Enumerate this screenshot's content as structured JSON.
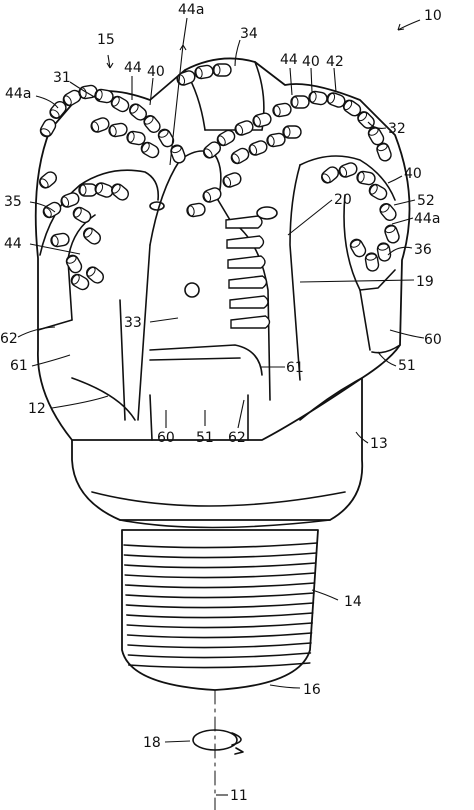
{
  "figure": {
    "reference_numerals": {
      "bit": "10",
      "bit_body": "12",
      "shank": "13",
      "threads": "14",
      "cutting_end": "15",
      "pin_end": "16",
      "axis": "11",
      "rotation": "18",
      "face_19": "19",
      "face_20": "20",
      "blade_31": "31",
      "blade_32": "32",
      "blade_33": "33",
      "blade_34": "34",
      "blade_35": "35",
      "blade_36": "36",
      "cutter_40": "40",
      "element_42": "42",
      "cutter_44": "44",
      "cutter_44a": "44a",
      "gage_51": "51",
      "gage_52": "52",
      "pad_60": "60",
      "surface_61": "61",
      "edge_62": "62"
    }
  }
}
